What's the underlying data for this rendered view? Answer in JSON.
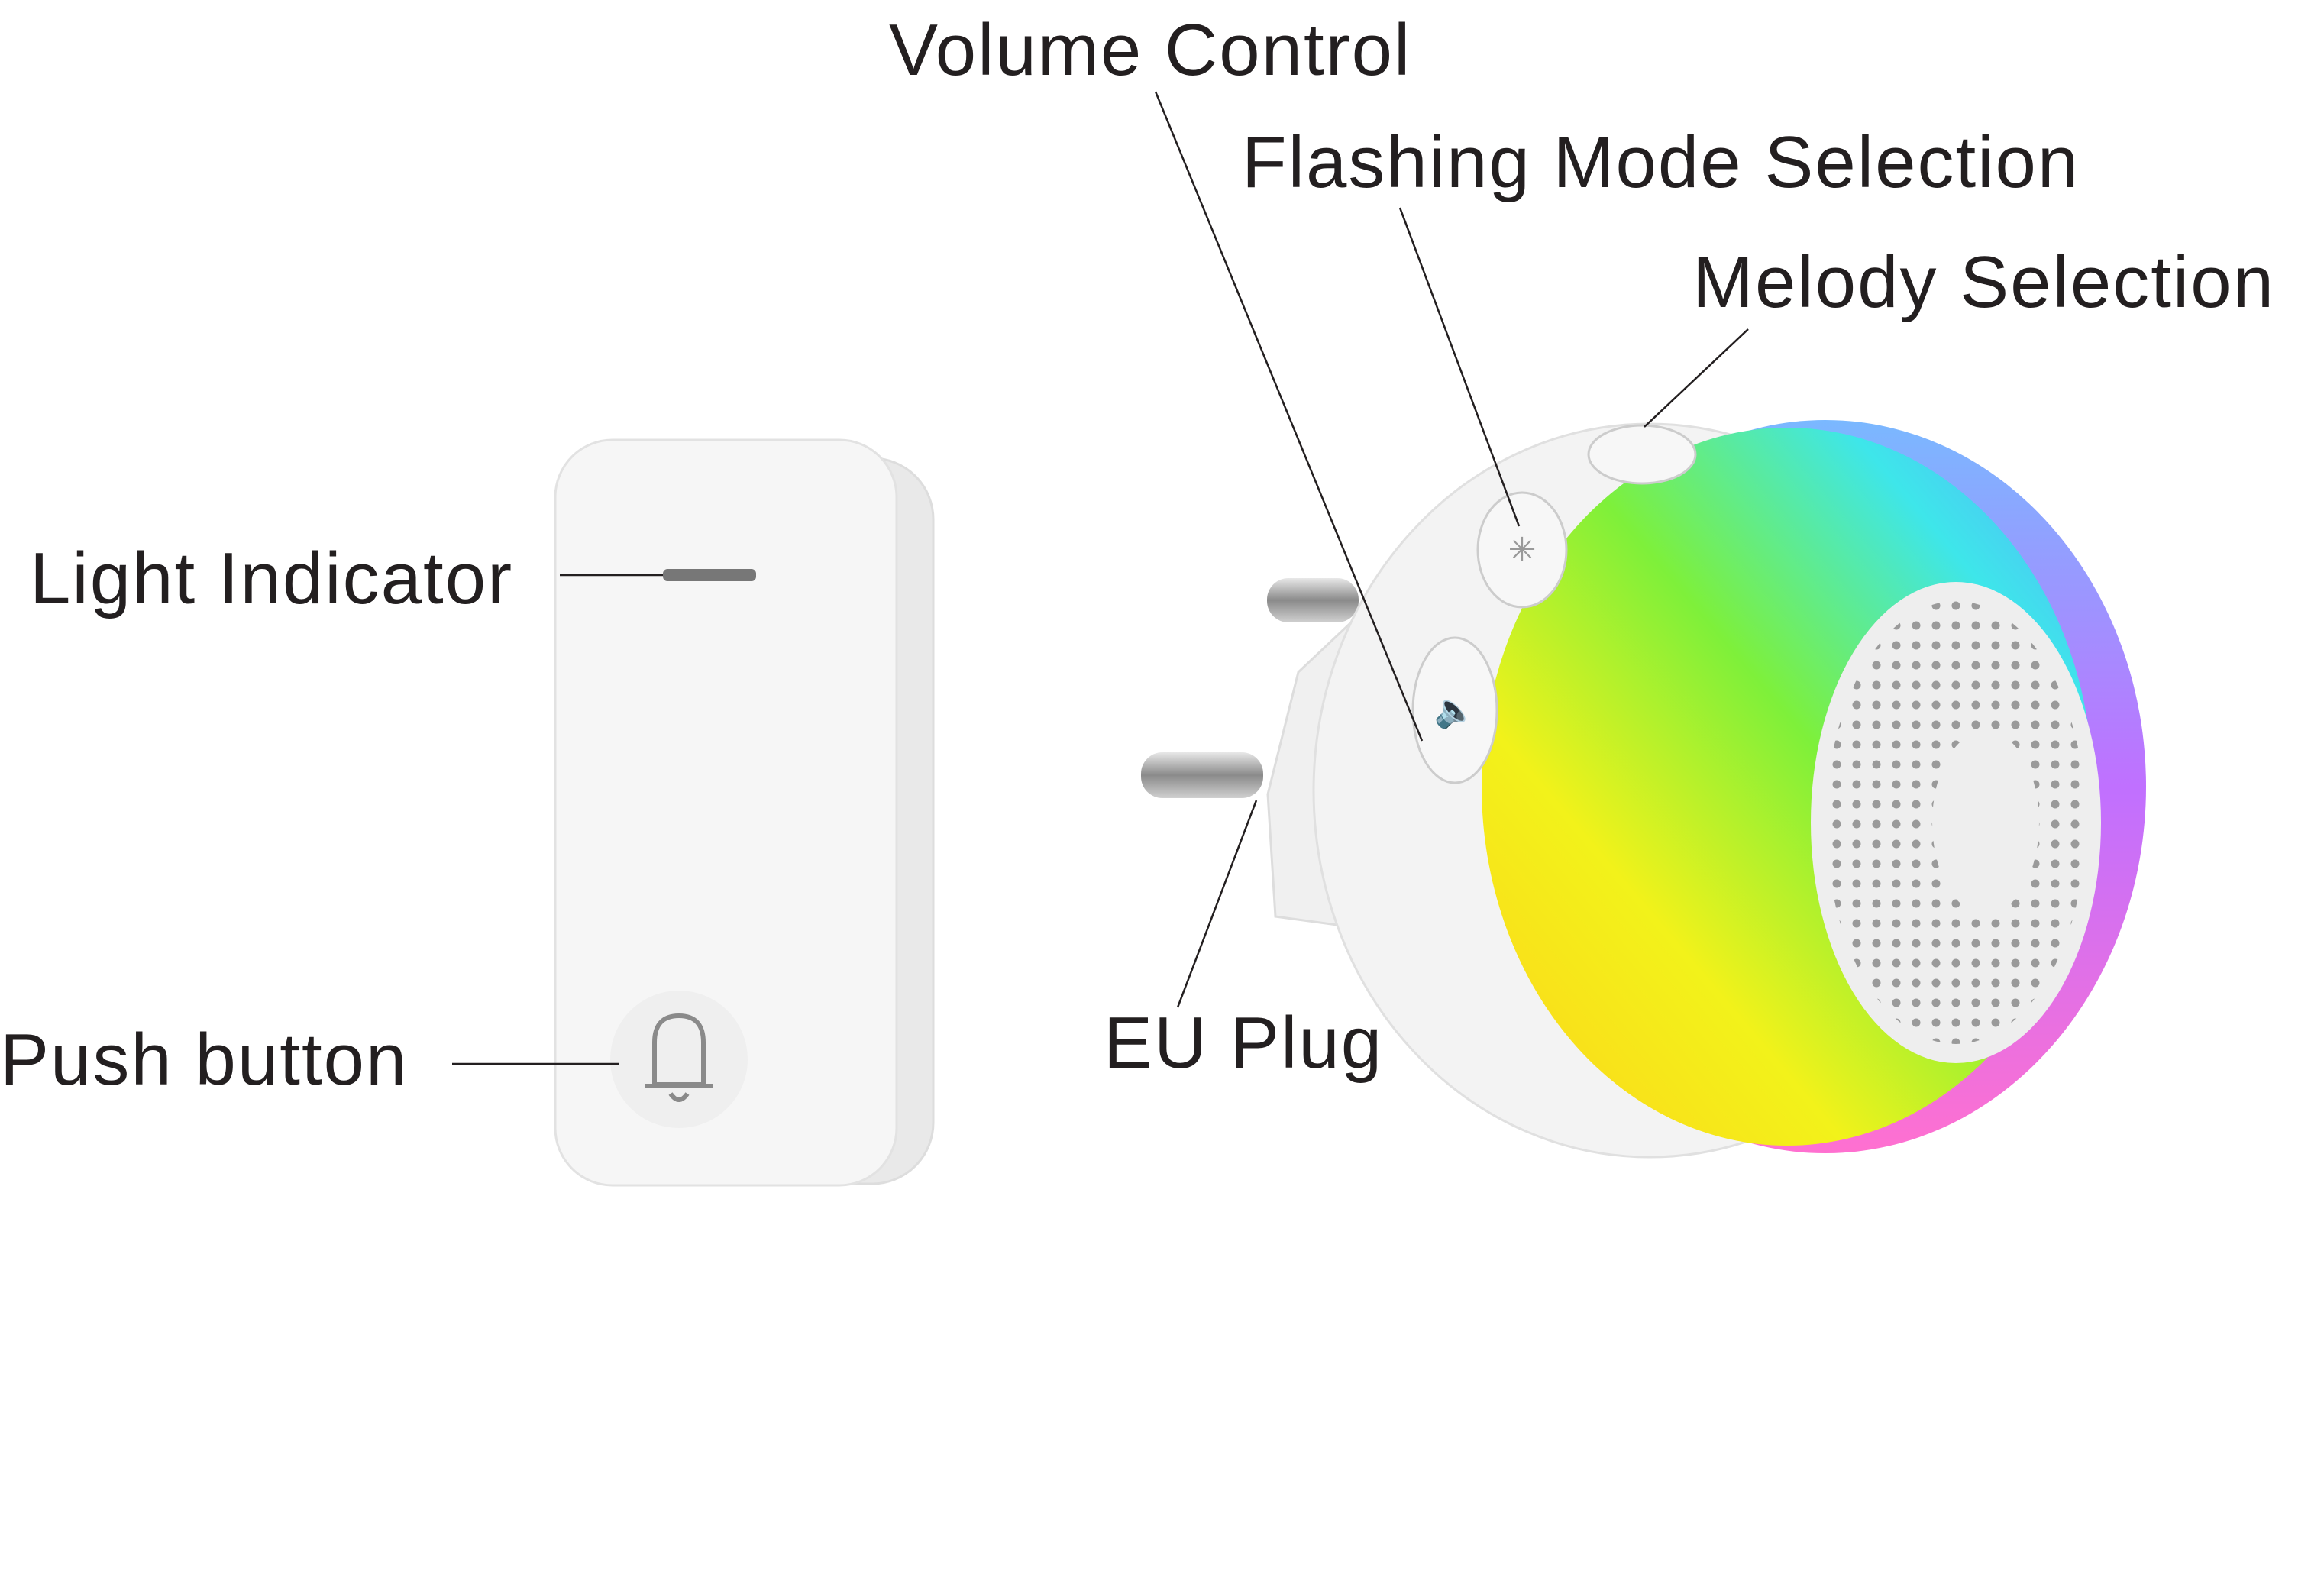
{
  "labels": {
    "volume_control": "Volume Control",
    "flashing_mode": "Flashing Mode Selection",
    "melody_selection": "Melody Selection",
    "light_indicator": "Light Indicator",
    "push_button": "Push button",
    "eu_plug": "EU Plug"
  },
  "colors": {
    "text": "#231f20",
    "device_white": "#f4f4f4"
  }
}
